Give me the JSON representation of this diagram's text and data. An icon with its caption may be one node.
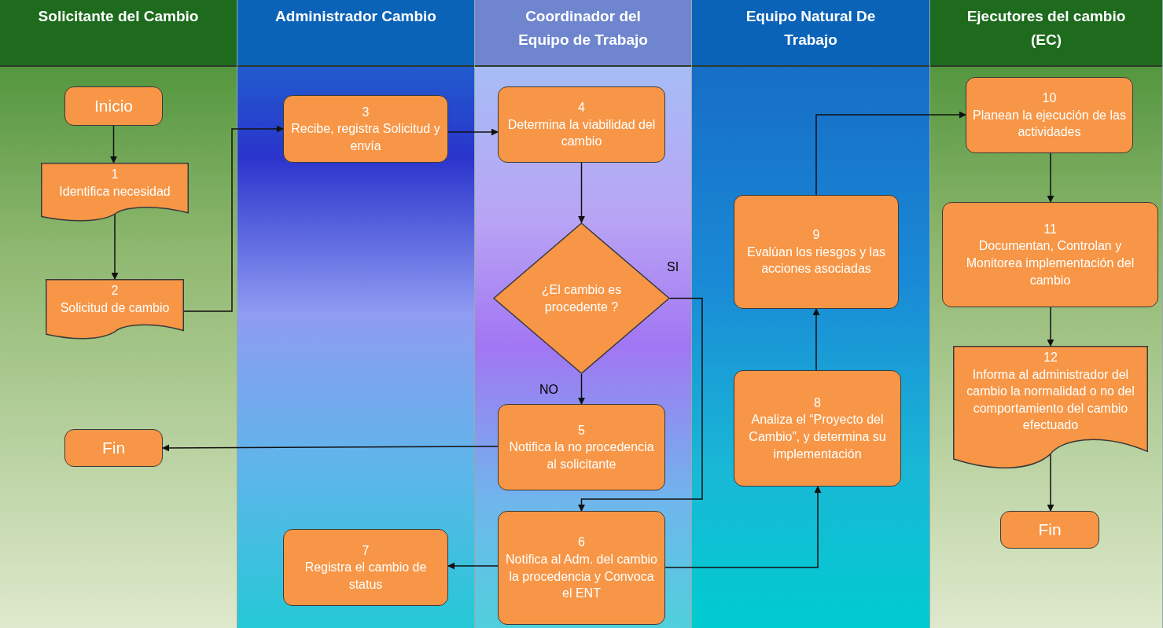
{
  "diagram": {
    "nodes": [
      {
        "text": [
          "Solicitante del Cambio"
        ]
      },
      {
        "text": [
          "Administrador Cambio"
        ]
      },
      {
        "text": [
          "Coordinador del Equipo de Trabajo"
        ]
      },
      {
        "text": [
          "Equipo Natural De Trabajo"
        ]
      },
      {
        "text": [
          "Ejecutores del cambio (EC)"
        ]
      },
      {
        "text": [
          "Inicio"
        ],
        "in": 0
      },
      {
        "text": [
          "1",
          "Identifica necesidad"
        ],
        "in": 0
      },
      {
        "text": [
          "2",
          "Solicitud de cambio"
        ],
        "in": 0
      },
      {
        "text": [
          "Fin"
        ],
        "in": 0
      },
      {
        "text": [
          "3",
          "Recibe, registra Solicitud y envía"
        ],
        "in": 1
      },
      {
        "text": [
          "7",
          "Registra el cambio de status"
        ],
        "in": 1
      },
      {
        "text": [
          "4",
          "Determina la viabilidad del cambio"
        ],
        "in": 2
      },
      {
        "text": [
          "¿El cambio es procedente ?"
        ],
        "in": 2
      },
      {
        "text": [
          "5",
          "Notifica la no procedencia al solicitante"
        ],
        "in": 2
      },
      {
        "text": [
          "6",
          "Notifica al Adm. del cambio la procedencia y Convoca el ENT"
        ],
        "in": 2
      },
      {
        "text": [
          "9",
          "Evalúan los riesgos y las acciones asociadas"
        ],
        "in": 3
      },
      {
        "text": [
          "8",
          "Analiza el “Proyecto del Cambio”, y determina su implementación"
        ],
        "in": 3
      },
      {
        "text": [
          "10",
          "Planean la ejecución de las actividades"
        ],
        "in": 4
      },
      {
        "text": [
          "11",
          "Documentan, Controlan y Monitorea implementación del cambio"
        ],
        "in": 4
      },
      {
        "text": [
          "12",
          "Informa al administrador del cambio la normalidad o no del comportamiento del cambio efectuado"
        ],
        "in": 4
      },
      {
        "text": [
          "Fin"
        ],
        "in": 4
      }
    ],
    "edges": [
      {
        "from": 5,
        "to": 6,
        "arrow": "to"
      },
      {
        "from": 6,
        "to": 7,
        "arrow": "to"
      },
      {
        "from": 7,
        "to": 9,
        "arrow": "to"
      },
      {
        "from": 9,
        "to": 11,
        "arrow": "to"
      },
      {
        "from": 11,
        "to": 12,
        "arrow": "to"
      },
      {
        "from": 12,
        "to": 14,
        "arrow": "to",
        "label": "SI"
      },
      {
        "from": 12,
        "to": 13,
        "arrow": "to",
        "label": "NO"
      },
      {
        "from": 13,
        "to": 8,
        "arrow": "to"
      },
      {
        "from": 14,
        "to": 10,
        "arrow": "to"
      },
      {
        "from": 14,
        "to": 16,
        "arrow": "to"
      },
      {
        "from": 16,
        "to": 15,
        "arrow": "to"
      },
      {
        "from": 15,
        "to": 17,
        "arrow": "to"
      },
      {
        "from": 17,
        "to": 18,
        "arrow": "to"
      },
      {
        "from": 18,
        "to": 19,
        "arrow": "to"
      },
      {
        "from": 19,
        "to": 20,
        "arrow": "to"
      }
    ]
  }
}
